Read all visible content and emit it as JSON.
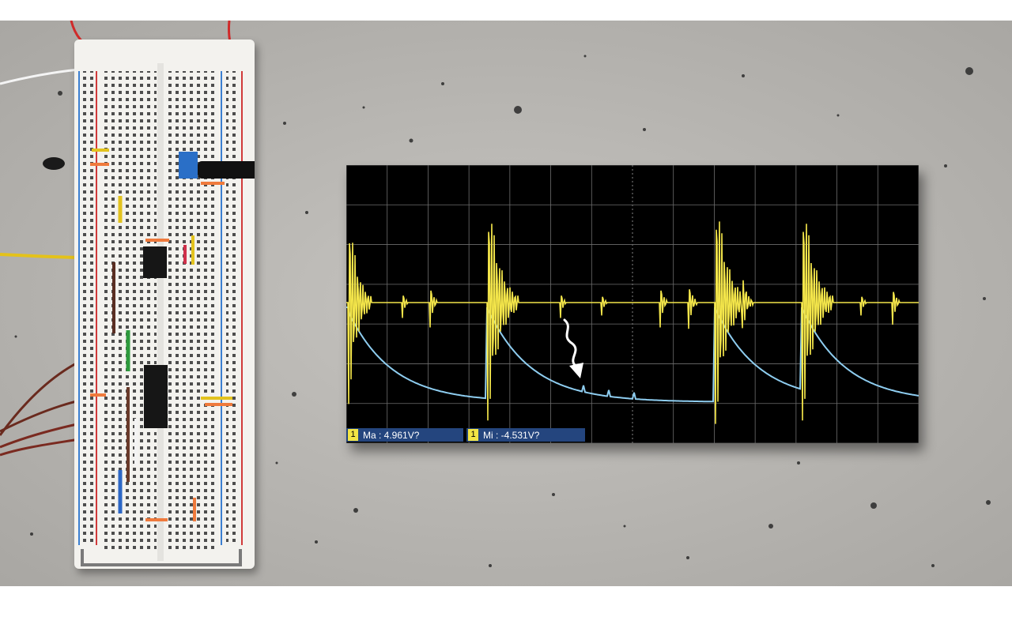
{
  "scope": {
    "measurements": [
      {
        "channel": "1",
        "label": "Ma : 4.961V?"
      },
      {
        "channel": "1",
        "label": "Mi : -4.531V?"
      }
    ]
  },
  "colors": {
    "channel1": "#f3e54a",
    "channel2": "#8ecdf0",
    "measurement_bar": "#24457e",
    "grid": "#6e6e6e"
  },
  "icons": [
    "arrow-annotation-icon"
  ]
}
